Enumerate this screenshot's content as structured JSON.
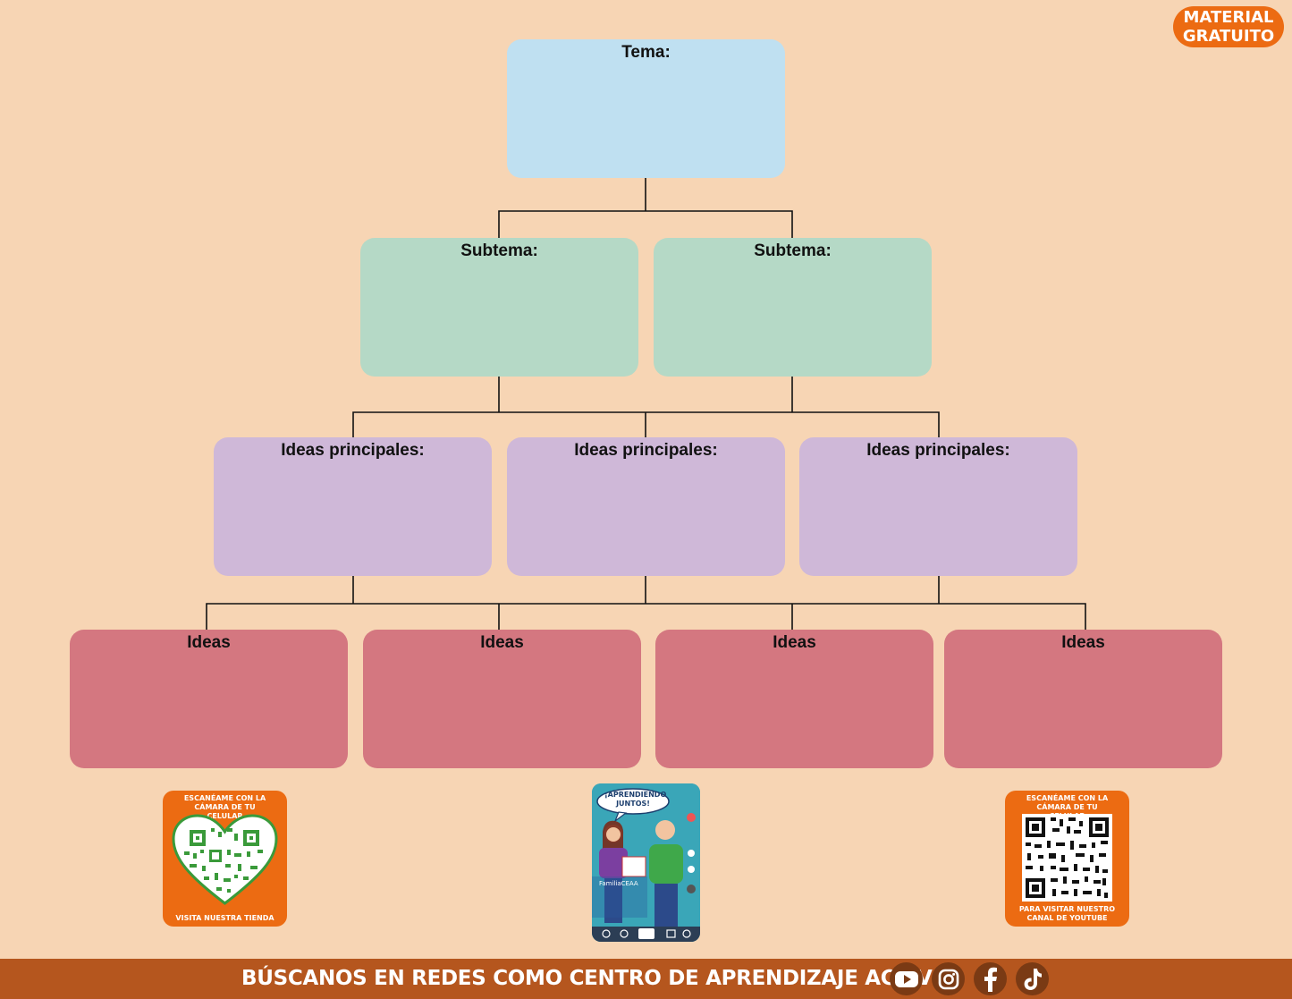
{
  "badge": {
    "line1": "MATERIAL",
    "line2": "GRATUITO"
  },
  "diagram": {
    "tema": "Tema:",
    "subtemas": [
      "Subtema:",
      "Subtema:"
    ],
    "ideas_principales": [
      "Ideas principales:",
      "Ideas principales:",
      "Ideas principales:"
    ],
    "ideas": [
      "Ideas",
      "Ideas",
      "Ideas",
      "Ideas"
    ]
  },
  "qr_left": {
    "top": "ESCANÉAME CON LA CÁMARA DE TU CELULAR",
    "bottom": "VISITA NUESTRA TIENDA"
  },
  "qr_right": {
    "top": "ESCANÉAME CON LA CÁMARA DE TU CELULAR",
    "bottom": "PARA VISITAR NUESTRO CANAL DE YOUTUBE"
  },
  "phone": {
    "bubble": "¡APRENDIENDO JUNTOS!",
    "handle": "FamiliaCEAA"
  },
  "footer": {
    "text": "BÚSCANOS EN REDES COMO CENTRO DE APRENDIZAJE ACTIVO"
  },
  "colors": {
    "background": "#f7d5b4",
    "tema": "#bfe0f1",
    "subtema": "#b5d9c6",
    "ideas_principales": "#cfb8d8",
    "ideas": "#d47780",
    "accent": "#ec6b12",
    "footer": "#b5561e"
  }
}
